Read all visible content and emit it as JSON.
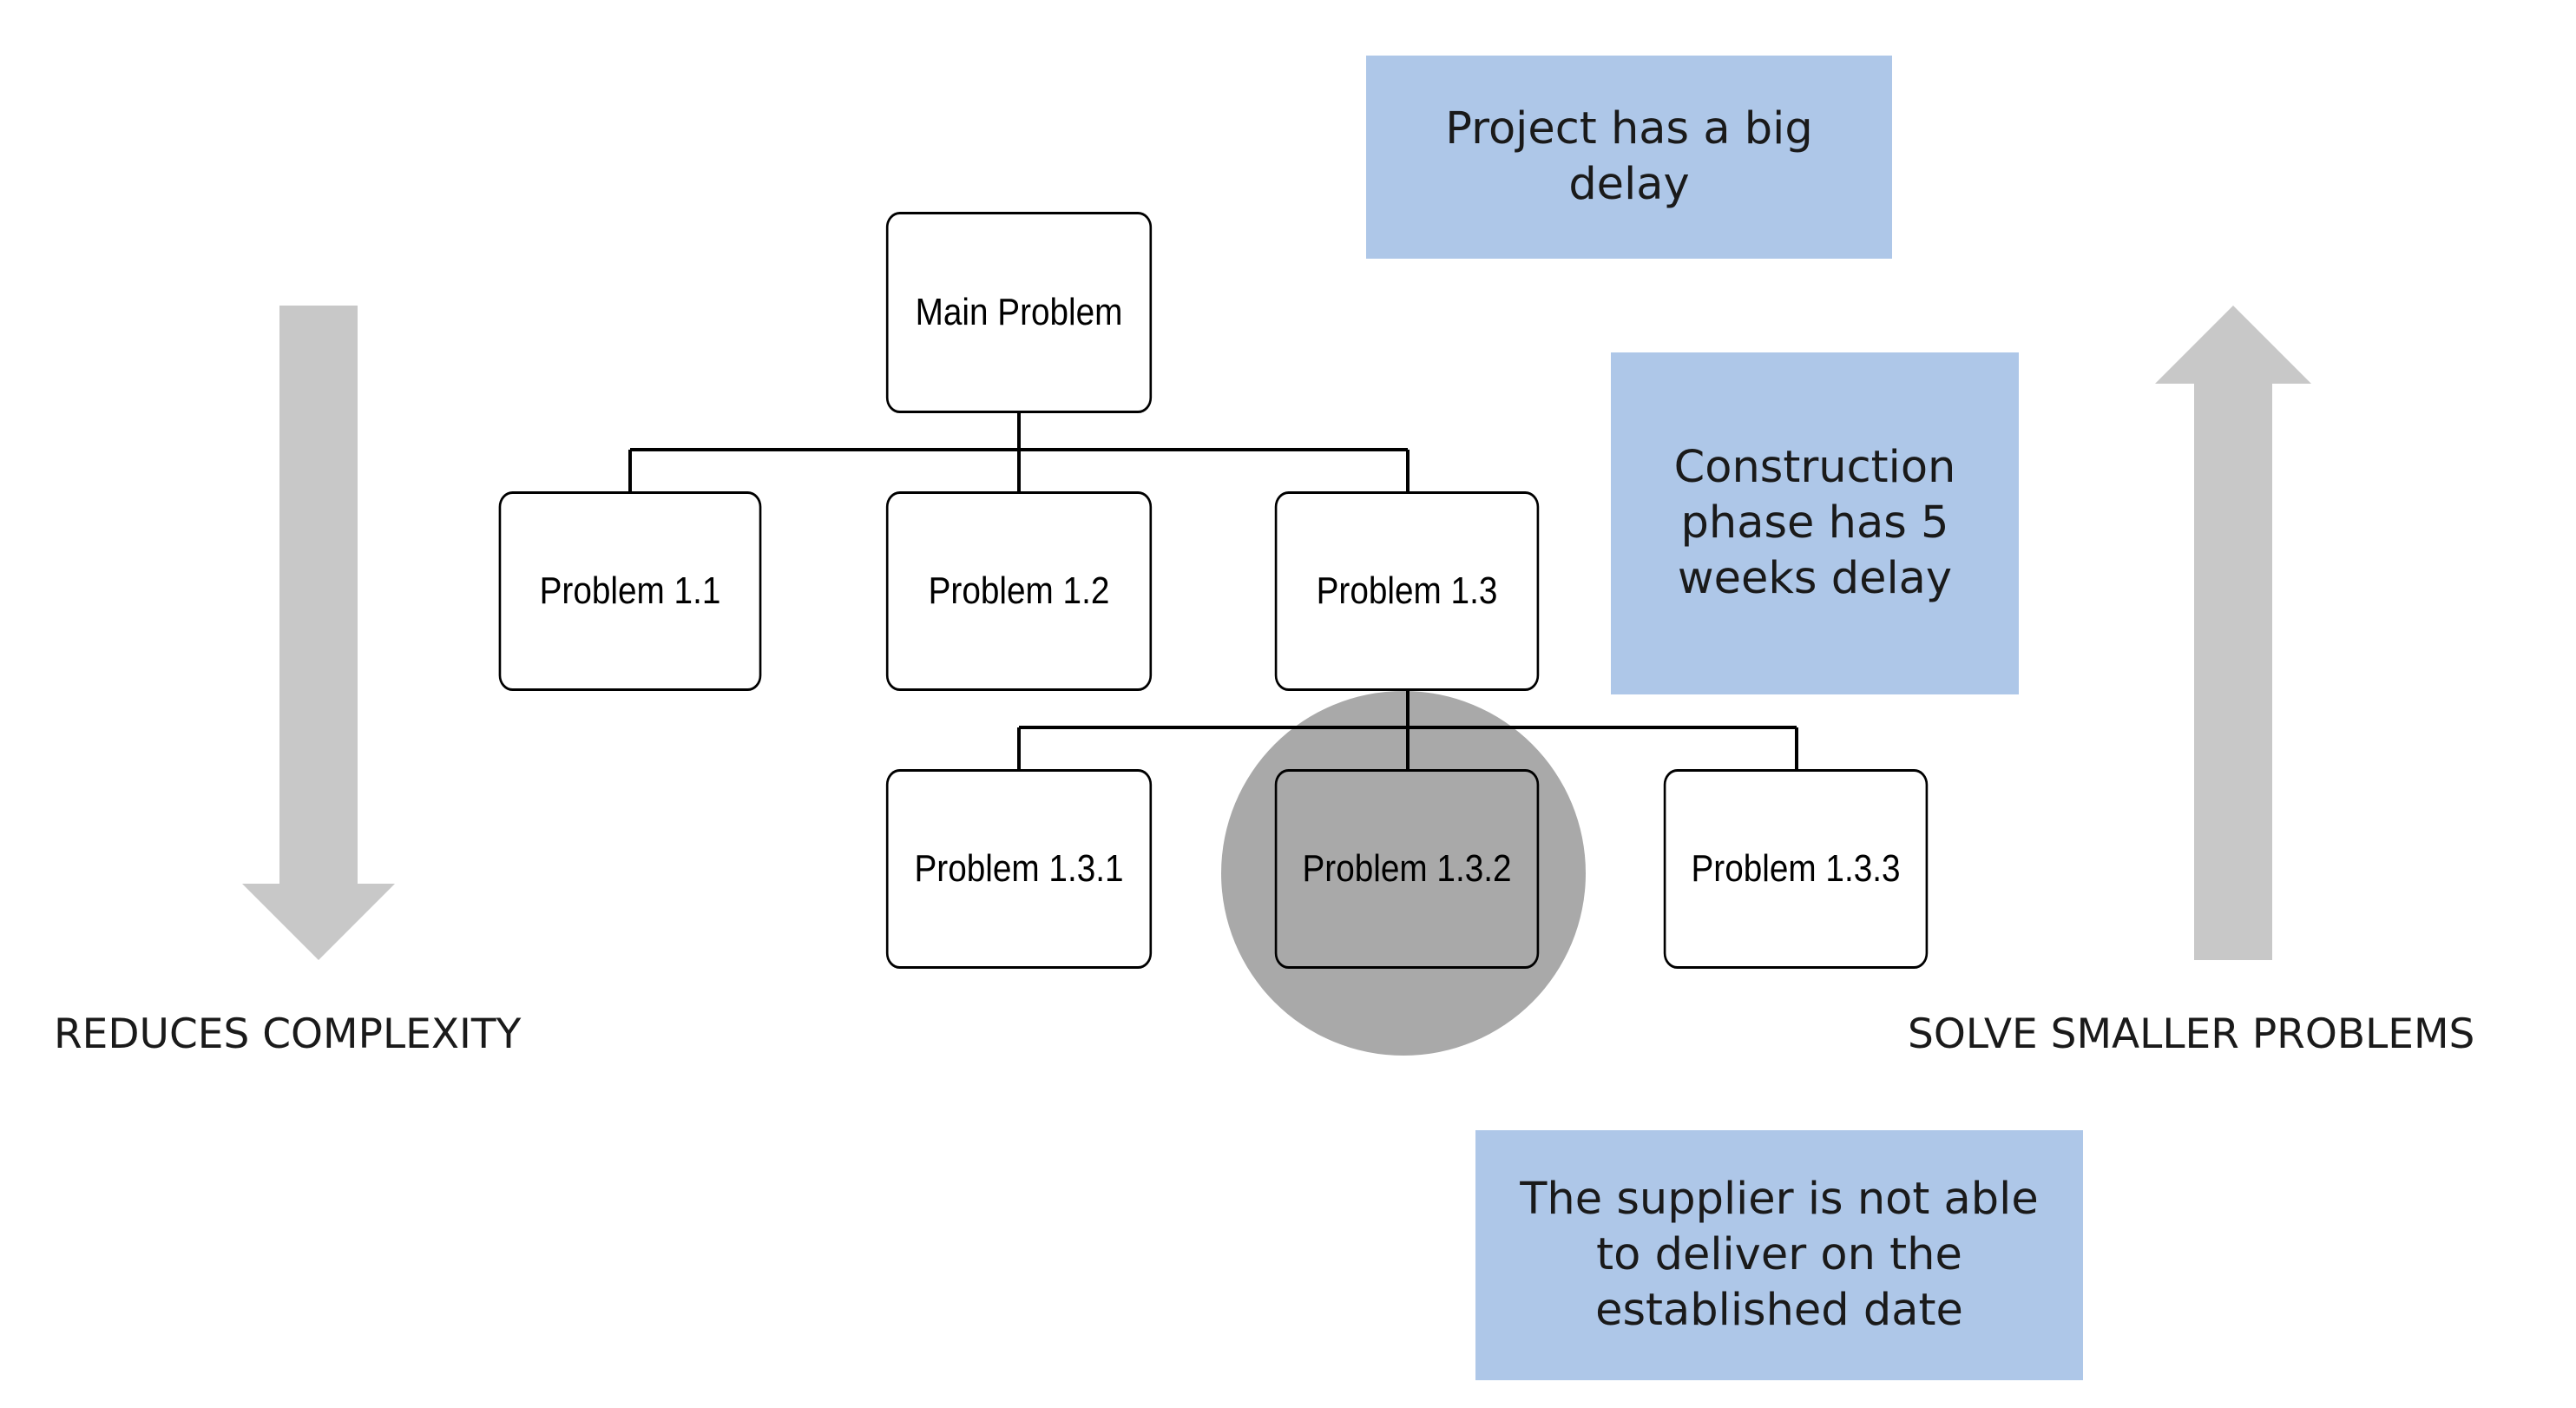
{
  "tree": {
    "root": "Main Problem",
    "level1": [
      "Problem 1.1",
      "Problem 1.2",
      "Problem 1.3"
    ],
    "level2": [
      "Problem 1.3.1",
      "Problem 1.3.2",
      "Problem 1.3.3"
    ],
    "highlighted": "Problem 1.3.2"
  },
  "notes": {
    "top": "Project has a big\ndelay",
    "middle": "Construction\nphase has 5\nweeks delay",
    "bottom": "The supplier is not able\nto deliver on the\nestablished date"
  },
  "labels": {
    "left": "REDUCES COMPLEXITY",
    "right": "SOLVE SMALLER PROBLEMS"
  },
  "colors": {
    "note_fill": "#aec7e8",
    "arrow_fill": "#c8c8c8",
    "highlight_circle": "#a9a9a9",
    "connector": "#000000"
  }
}
